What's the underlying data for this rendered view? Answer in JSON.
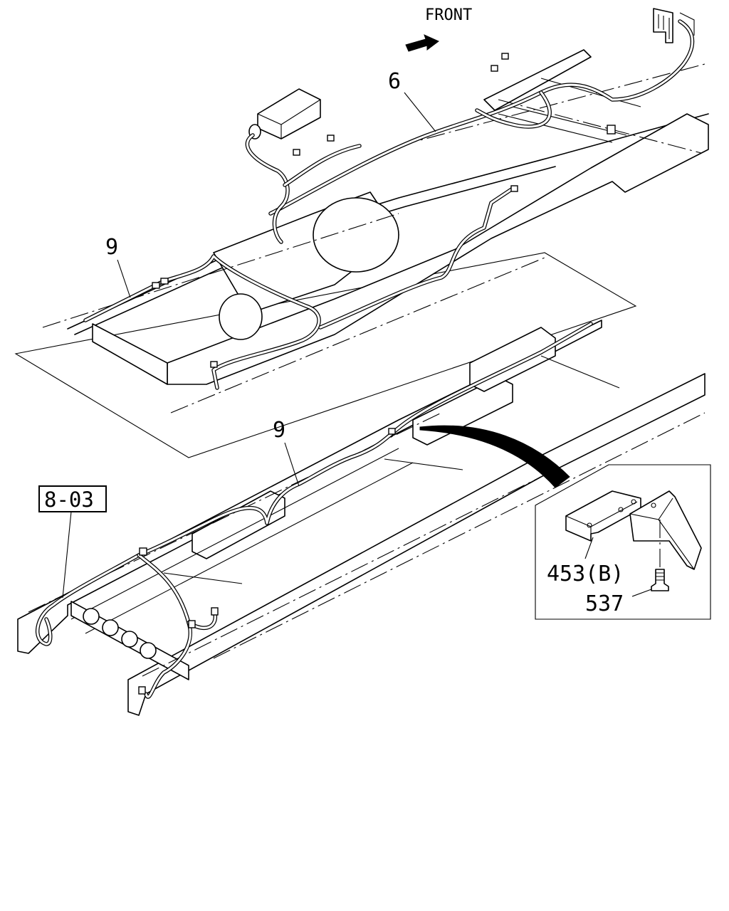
{
  "labels": {
    "front": "FRONT",
    "harness_6": "6",
    "harness_9_upper": "9",
    "harness_9_lower": "9",
    "ref_box": "8-03",
    "bracket": "453(B)",
    "bolt": "537"
  },
  "icons": {
    "front_arrow": "arrow-right-icon"
  }
}
